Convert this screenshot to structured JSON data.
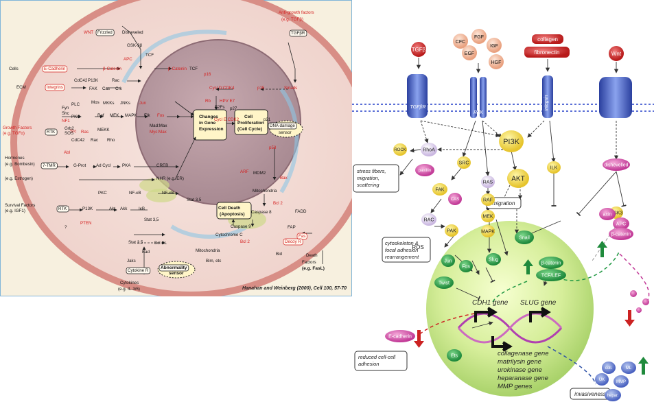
{
  "left": {
    "citation": "Hanahan and Weinberg (2000), Cell 100, 57-70",
    "labels": [
      {
        "t": "WNT",
        "red": true
      },
      {
        "t": "Frizzled",
        "box": true
      },
      {
        "t": "Disheveled"
      },
      {
        "t": "GSK-3β"
      },
      {
        "t": "APC",
        "red": true
      },
      {
        "t": "Cells"
      },
      {
        "t": "E-Cadherin",
        "red": true,
        "box": true
      },
      {
        "t": "β-Catenin",
        "red": true
      },
      {
        "t": "β-Catenin",
        "red": true
      },
      {
        "t": "TCF"
      },
      {
        "t": "TCF"
      },
      {
        "t": "ECM"
      },
      {
        "t": "Integrins",
        "red": true,
        "box": true
      },
      {
        "t": "CdC42"
      },
      {
        "t": "P13K"
      },
      {
        "t": "Rac"
      },
      {
        "t": "FAK"
      },
      {
        "t": "Cas"
      },
      {
        "t": "Crk"
      },
      {
        "t": "Fyn"
      },
      {
        "t": "Shc"
      },
      {
        "t": "NF1",
        "red": true
      },
      {
        "t": "Src",
        "red": true
      },
      {
        "t": "PLC"
      },
      {
        "t": "PKC"
      },
      {
        "t": "Mos"
      },
      {
        "t": "MKKs"
      },
      {
        "t": "JNKs"
      },
      {
        "t": "Jun",
        "red": true
      },
      {
        "t": "Growth Factors",
        "red": true
      },
      {
        "t": "(e.g. TGFα)",
        "red": true
      },
      {
        "t": "RTK",
        "box": true
      },
      {
        "t": "Grb2"
      },
      {
        "t": "SOS"
      },
      {
        "t": "Ras",
        "red": true
      },
      {
        "t": "Raf"
      },
      {
        "t": "MEK"
      },
      {
        "t": "MAPK"
      },
      {
        "t": "Elk"
      },
      {
        "t": "Fos",
        "red": true
      },
      {
        "t": "Abl",
        "red": true
      },
      {
        "t": "MEKK"
      },
      {
        "t": "Mad:Max"
      },
      {
        "t": "Myc:Max",
        "red": true
      },
      {
        "t": "CdC42"
      },
      {
        "t": "Rac"
      },
      {
        "t": "Rho"
      },
      {
        "t": "Hormones"
      },
      {
        "t": "(e.g. Bombesin)"
      },
      {
        "t": "7-TMR",
        "box": true
      },
      {
        "t": "G-Prot"
      },
      {
        "t": "Ad Cycl"
      },
      {
        "t": "PKA"
      },
      {
        "t": "CREB"
      },
      {
        "t": "(e.g. Estrogen)"
      },
      {
        "t": "NHR (e.g. ER)"
      },
      {
        "t": "PKC"
      },
      {
        "t": "NF-κB"
      },
      {
        "t": "NF-κB"
      },
      {
        "t": "Stat 3,5"
      },
      {
        "t": "Survival Factors"
      },
      {
        "t": "(e.g. IGF1)"
      },
      {
        "t": "RTK",
        "box": true
      },
      {
        "t": "P13K"
      },
      {
        "t": "Akt"
      },
      {
        "t": "Akk"
      },
      {
        "t": "IκB"
      },
      {
        "t": "?"
      },
      {
        "t": "PTEN",
        "red": true
      },
      {
        "t": "Stat 3,5"
      },
      {
        "t": "Stat 3,5"
      },
      {
        "t": "Bcl XL"
      },
      {
        "t": "Bad"
      },
      {
        "t": "Jaks"
      },
      {
        "t": "Cytokine R",
        "box": true
      },
      {
        "t": "Cytokines"
      },
      {
        "t": "(e.g. IL-3/6)"
      },
      {
        "t": "Anti-growth factors",
        "red": true
      },
      {
        "t": "(e.g. TGFβ)",
        "red": true
      },
      {
        "t": "TGFβR",
        "box": true
      },
      {
        "t": "Smads",
        "red": true
      },
      {
        "t": "p16",
        "red": true
      },
      {
        "t": "Cycl D:CDK4",
        "red": true
      },
      {
        "t": "p15",
        "red": true
      },
      {
        "t": "Rb",
        "red": true
      },
      {
        "t": "HPV E7",
        "red": true
      },
      {
        "t": "E2Fs"
      },
      {
        "t": "p27"
      },
      {
        "t": "Cycl E:CDK2",
        "red": true
      },
      {
        "t": "p21"
      },
      {
        "t": "DNA damage",
        "box": true
      },
      {
        "t": "sensor"
      },
      {
        "t": "p53",
        "red": true
      },
      {
        "t": "ARF",
        "red": true
      },
      {
        "t": "MDM2"
      },
      {
        "t": "Bax",
        "red": true
      },
      {
        "t": "Mitochondria"
      },
      {
        "t": "Bcl 2",
        "red": true
      },
      {
        "t": "Caspase 8"
      },
      {
        "t": "FADD"
      },
      {
        "t": "Caspase 9"
      },
      {
        "t": "Cytochrome C"
      },
      {
        "t": "Bcl 2",
        "red": true
      },
      {
        "t": "Mitochondria"
      },
      {
        "t": "Bim, etc"
      },
      {
        "t": "Bid"
      },
      {
        "t": "FAP"
      },
      {
        "t": "Fas",
        "red": true,
        "box": true
      },
      {
        "t": "Decoy R",
        "red": true,
        "box": true
      },
      {
        "t": "Death"
      },
      {
        "t": "Factors"
      },
      {
        "t": "(e.g. FasL)"
      },
      {
        "t": "Abnormality",
        "box": true
      },
      {
        "t": "sensor"
      },
      {
        "t": "Changes"
      },
      {
        "t": "in Gene"
      },
      {
        "t": "Expression"
      },
      {
        "t": "Cell"
      },
      {
        "t": "Proliferation"
      },
      {
        "t": "(Cell Cycle)"
      },
      {
        "t": "Cell Death"
      },
      {
        "t": "(Apoptosis)"
      }
    ]
  },
  "right": {
    "receptors": [
      "TGFβ",
      "CFC",
      "FGF",
      "EGF",
      "IGF",
      "HGF",
      "collagen",
      "fibronectin",
      "Wnt"
    ],
    "membrane": [
      "TGFβR",
      "RTK",
      "integrin"
    ],
    "nodes": [
      "PI3K",
      "AKT",
      "ILK",
      "GSK3",
      "RhoA",
      "ROCK",
      "SRC",
      "RAS",
      "RAF",
      "MEK",
      "MAPK",
      "FAK",
      "CAS",
      "paxillin",
      "RAC",
      "PAK",
      "ROS",
      "dishevelled",
      "axin",
      "APC",
      "β-catenin",
      "Snail",
      "Jun",
      "Fos",
      "Slug",
      "Twist",
      "Ets",
      "β-catenin",
      "TCF/LEF",
      "E-cadherin",
      "UK",
      "coll.",
      "ML",
      "MMP",
      "hepar."
    ],
    "boxes": [
      "stress fibers, migration, scattering",
      "migration",
      "cytoskeleton & focal adhesion rearrangement",
      "reduced cell-cell adhesion",
      "invasiveness"
    ],
    "genes": [
      "CDH1 gene",
      "SLUG gene"
    ],
    "gene_list": [
      "collagenase gene",
      "matrilysin gene",
      "urokinase gene",
      "heparanase gene",
      "MMP genes"
    ]
  }
}
